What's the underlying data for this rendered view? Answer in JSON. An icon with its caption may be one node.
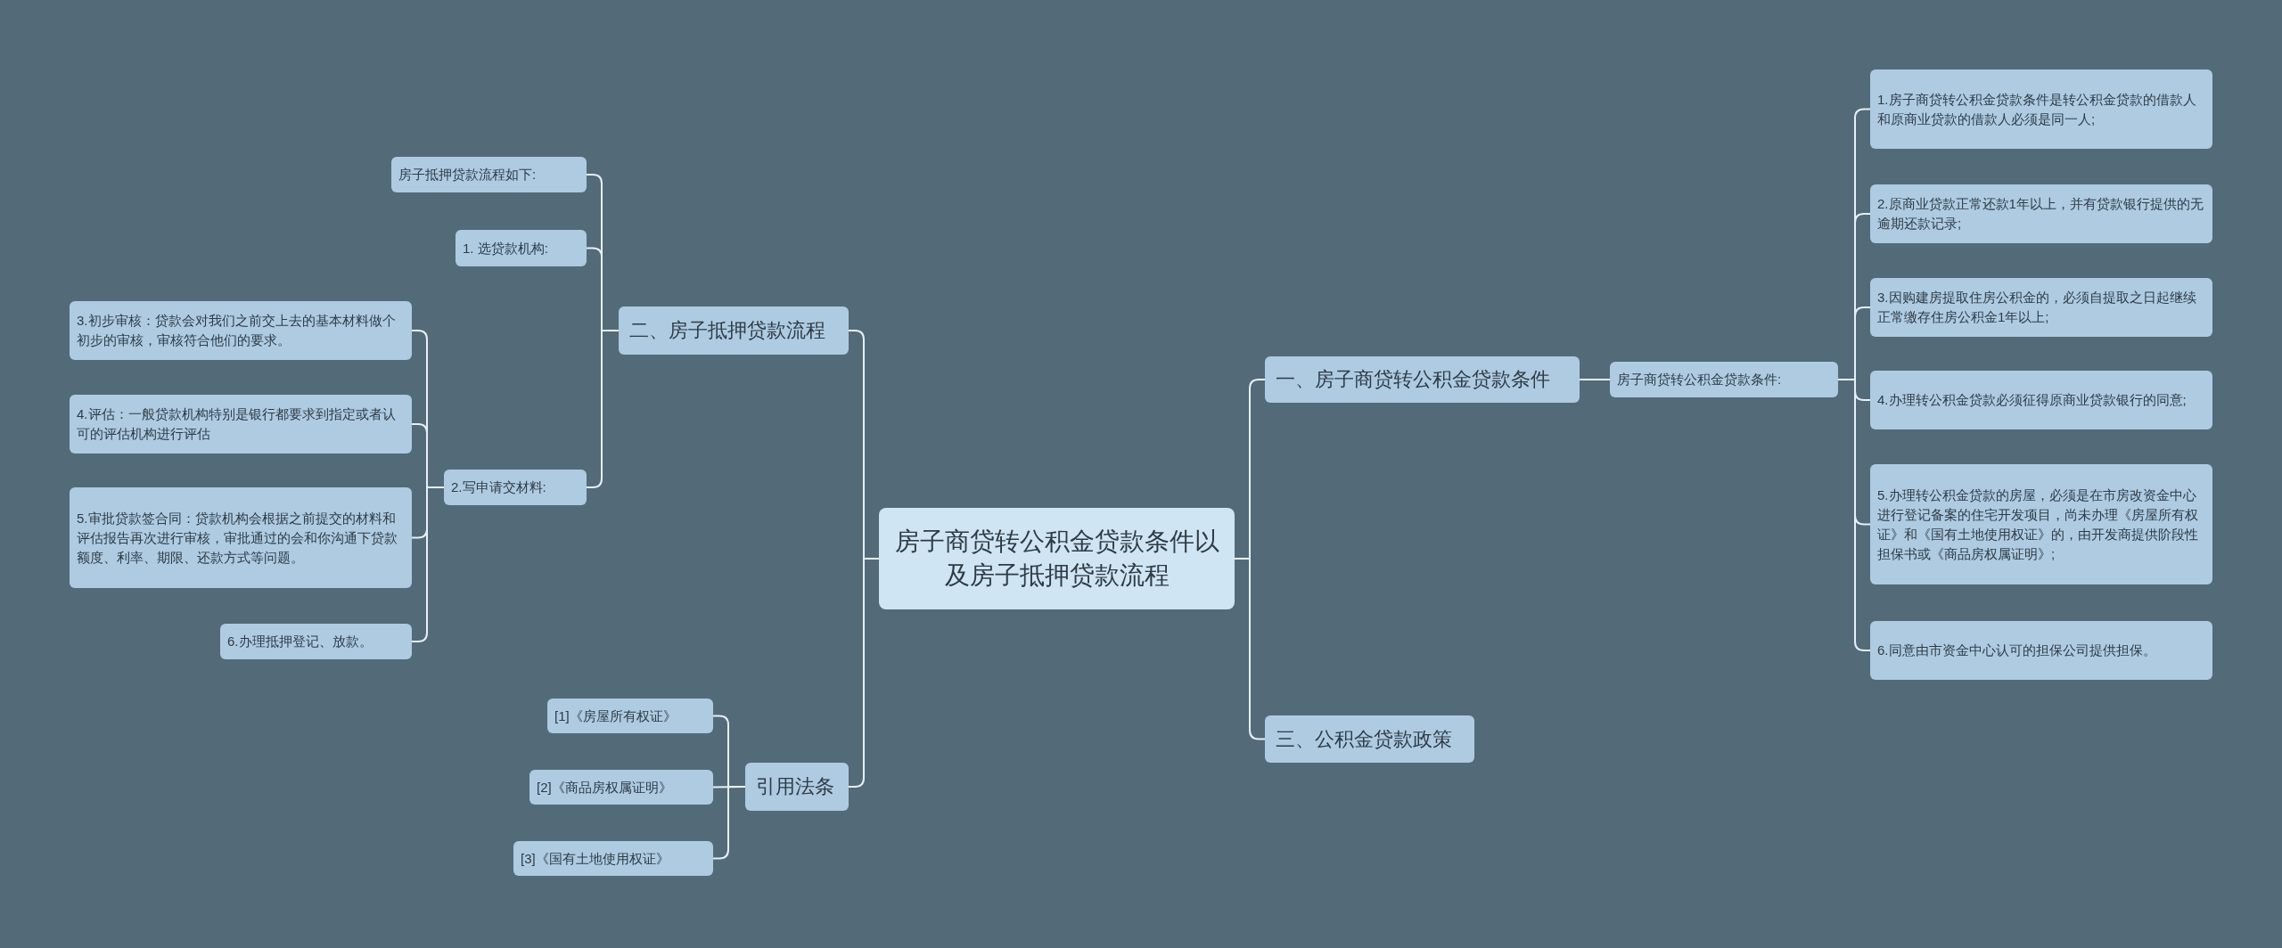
{
  "diagram": {
    "nodes": [
      {
        "text": [
          "房子商贷转公积金贷款条件以及房子抵押贷款流程"
        ]
      },
      {
        "text": [
          "一、房子商贷转公积金贷款条件"
        ]
      },
      {
        "text": [
          "房子商贷转公积金贷款条件:"
        ]
      },
      {
        "text": [
          "1.房子商贷转公积金贷款条件是转公积金贷款的借款人和原商业贷款的借款人必须是同一人;"
        ]
      },
      {
        "text": [
          "2.原商业贷款正常还款1年以上，并有贷款银行提供的无逾期还款记录;"
        ]
      },
      {
        "text": [
          "3.因购建房提取住房公积金的，必须自提取之日起继续正常缴存住房公积金1年以上;"
        ]
      },
      {
        "text": [
          "4.办理转公积金贷款必须征得原商业贷款银行的同意;"
        ]
      },
      {
        "text": [
          "5.办理转公积金贷款的房屋，必须是在市房改资金中心进行登记备案的住宅开发项目，尚未办理《房屋所有权证》和《国有土地使用权证》的，由开发商提供阶段性担保书或《商品房权属证明》;"
        ]
      },
      {
        "text": [
          "6.同意由市资金中心认可的担保公司提供担保。"
        ]
      },
      {
        "text": [
          "三、公积金贷款政策"
        ]
      },
      {
        "text": [
          "二、房子抵押贷款流程"
        ]
      },
      {
        "text": [
          "房子抵押贷款流程如下:"
        ]
      },
      {
        "text": [
          "1. 选贷款机构:"
        ]
      },
      {
        "text": [
          "2.写申请交材料:"
        ]
      },
      {
        "text": [
          "3.初步审核：贷款会对我们之前交上去的基本材料做个初步的审核，审核符合他们的要求。"
        ]
      },
      {
        "text": [
          "4.评估：一般贷款机构特别是银行都要求到指定或者认可的评估机构进行评估"
        ]
      },
      {
        "text": [
          "5.审批贷款签合同：贷款机构会根据之前提交的材料和评估报告再次进行审核，审批通过的会和你沟通下贷款额度、利率、期限、还款方式等问题。"
        ]
      },
      {
        "text": [
          "6.办理抵押登记、放款。"
        ]
      },
      {
        "text": [
          "引用法条"
        ]
      },
      {
        "text": [
          "[1]《房屋所有权证》"
        ]
      },
      {
        "text": [
          "[2]《商品房权属证明》"
        ]
      },
      {
        "text": [
          "[3]《国有土地使用权证》"
        ]
      }
    ],
    "edges": [
      {
        "from": 0,
        "to": 1,
        "arrow": "none"
      },
      {
        "from": 0,
        "to": 9,
        "arrow": "none"
      },
      {
        "from": 0,
        "to": 10,
        "arrow": "none"
      },
      {
        "from": 0,
        "to": 18,
        "arrow": "none"
      },
      {
        "from": 1,
        "to": 2,
        "arrow": "none"
      },
      {
        "from": 2,
        "to": 3,
        "arrow": "none"
      },
      {
        "from": 2,
        "to": 4,
        "arrow": "none"
      },
      {
        "from": 2,
        "to": 5,
        "arrow": "none"
      },
      {
        "from": 2,
        "to": 6,
        "arrow": "none"
      },
      {
        "from": 2,
        "to": 7,
        "arrow": "none"
      },
      {
        "from": 2,
        "to": 8,
        "arrow": "none"
      },
      {
        "from": 10,
        "to": 11,
        "arrow": "none"
      },
      {
        "from": 10,
        "to": 12,
        "arrow": "none"
      },
      {
        "from": 10,
        "to": 13,
        "arrow": "none"
      },
      {
        "from": 13,
        "to": 14,
        "arrow": "none"
      },
      {
        "from": 13,
        "to": 15,
        "arrow": "none"
      },
      {
        "from": 13,
        "to": 16,
        "arrow": "none"
      },
      {
        "from": 13,
        "to": 17,
        "arrow": "none"
      },
      {
        "from": 18,
        "to": 19,
        "arrow": "none"
      },
      {
        "from": 18,
        "to": 20,
        "arrow": "none"
      },
      {
        "from": 18,
        "to": 21,
        "arrow": "none"
      }
    ]
  }
}
